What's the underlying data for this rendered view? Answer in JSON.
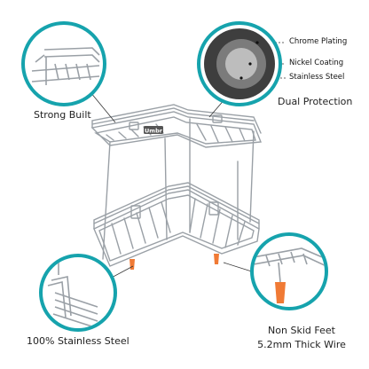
{
  "labels": {
    "strong_built": "Strong Built",
    "dual_protection": "Dual Protection",
    "stainless_steel_100": "100% Stainless Steel",
    "non_skid_feet": "Non Skid Feet",
    "thick_wire": "5.2mm Thick Wire"
  },
  "layers": {
    "chrome": "Chrome Plating",
    "nickel": "Nickel Coating",
    "steel": "Stainless Steel"
  },
  "brand": "Umbr",
  "colors": {
    "accent_teal": "#16a3ad",
    "rack_steel": "#9aa0a6",
    "foot_orange": "#f07a35",
    "disc_outer": "#3e3e3e",
    "disc_mid": "#7b7b7b",
    "disc_inner": "#bdbdbd"
  }
}
